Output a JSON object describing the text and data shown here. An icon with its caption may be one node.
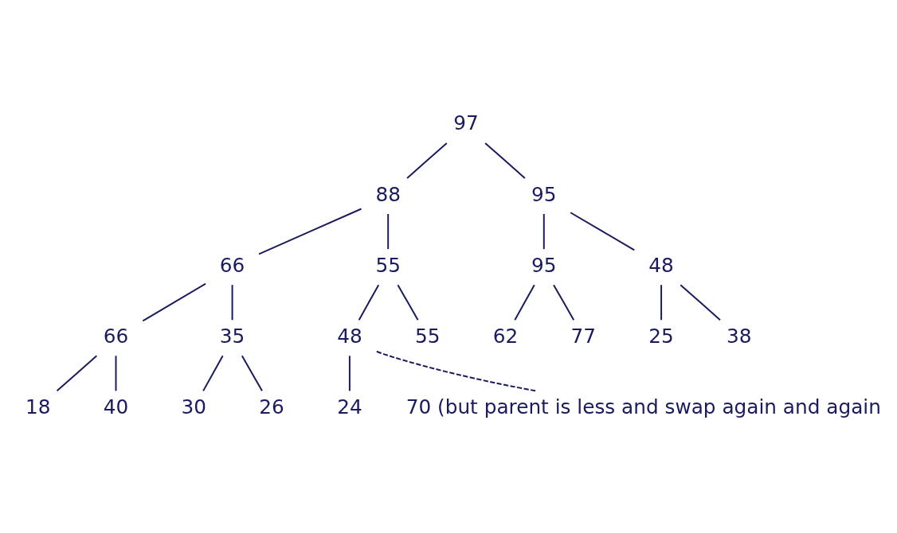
{
  "diagram": {
    "nodes": [
      {
        "text": [
          "97"
        ]
      },
      {
        "text": [
          "88"
        ]
      },
      {
        "text": [
          "95"
        ]
      },
      {
        "text": [
          "66"
        ]
      },
      {
        "text": [
          "55"
        ]
      },
      {
        "text": [
          "95"
        ]
      },
      {
        "text": [
          "48"
        ]
      },
      {
        "text": [
          "66"
        ]
      },
      {
        "text": [
          "35"
        ]
      },
      {
        "text": [
          "48"
        ]
      },
      {
        "text": [
          "55"
        ]
      },
      {
        "text": [
          "62"
        ]
      },
      {
        "text": [
          "77"
        ]
      },
      {
        "text": [
          "25"
        ]
      },
      {
        "text": [
          "38"
        ]
      },
      {
        "text": [
          "18"
        ]
      },
      {
        "text": [
          "40"
        ]
      },
      {
        "text": [
          "30"
        ]
      },
      {
        "text": [
          "26"
        ]
      },
      {
        "text": [
          "24"
        ]
      },
      {
        "text": [
          "70 (but parent is less and swap again and again"
        ]
      }
    ],
    "edges": [
      {
        "from": 0,
        "to": 1,
        "arrow": "none"
      },
      {
        "from": 0,
        "to": 2,
        "arrow": "none"
      },
      {
        "from": 1,
        "to": 3,
        "arrow": "none"
      },
      {
        "from": 1,
        "to": 4,
        "arrow": "none"
      },
      {
        "from": 2,
        "to": 5,
        "arrow": "none"
      },
      {
        "from": 2,
        "to": 6,
        "arrow": "none"
      },
      {
        "from": 3,
        "to": 7,
        "arrow": "none"
      },
      {
        "from": 3,
        "to": 8,
        "arrow": "none"
      },
      {
        "from": 4,
        "to": 9,
        "arrow": "none"
      },
      {
        "from": 4,
        "to": 10,
        "arrow": "none"
      },
      {
        "from": 5,
        "to": 11,
        "arrow": "none"
      },
      {
        "from": 5,
        "to": 12,
        "arrow": "none"
      },
      {
        "from": 6,
        "to": 13,
        "arrow": "none"
      },
      {
        "from": 6,
        "to": 14,
        "arrow": "none"
      },
      {
        "from": 7,
        "to": 15,
        "arrow": "none"
      },
      {
        "from": 7,
        "to": 16,
        "arrow": "none"
      },
      {
        "from": 8,
        "to": 17,
        "arrow": "none"
      },
      {
        "from": 8,
        "to": 18,
        "arrow": "none"
      },
      {
        "from": 9,
        "to": 19,
        "arrow": "none"
      },
      {
        "from": 9,
        "to": 20,
        "arrow": "none",
        "style": "dashed"
      }
    ]
  }
}
